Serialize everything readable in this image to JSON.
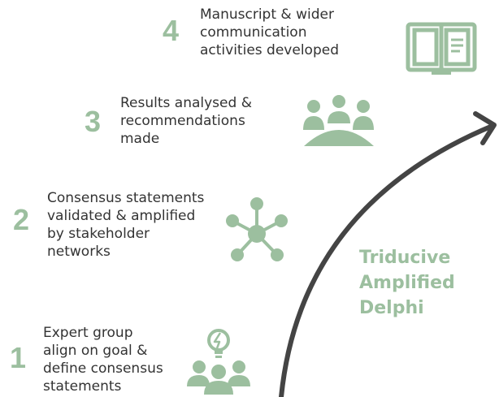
{
  "steps": [
    {
      "number": "1",
      "text": "Expert group\nalign on goal &\ndefine consensus\nstatements",
      "icon": "idea-team-icon"
    },
    {
      "number": "2",
      "text": "Consensus statements\nvalidated & amplified\nby stakeholder\nnetworks",
      "icon": "network-icon"
    },
    {
      "number": "3",
      "text": "Results analysed &\nrecommendations\nmade",
      "icon": "meeting-icon"
    },
    {
      "number": "4",
      "text": "Manuscript & wider\ncommunication\nactivities developed",
      "icon": "book-icon"
    }
  ],
  "title": "Triducive\nAmplified\nDelphi",
  "colors": {
    "accent": "#9cbf9f",
    "text": "#333333",
    "arrow": "#444444"
  }
}
